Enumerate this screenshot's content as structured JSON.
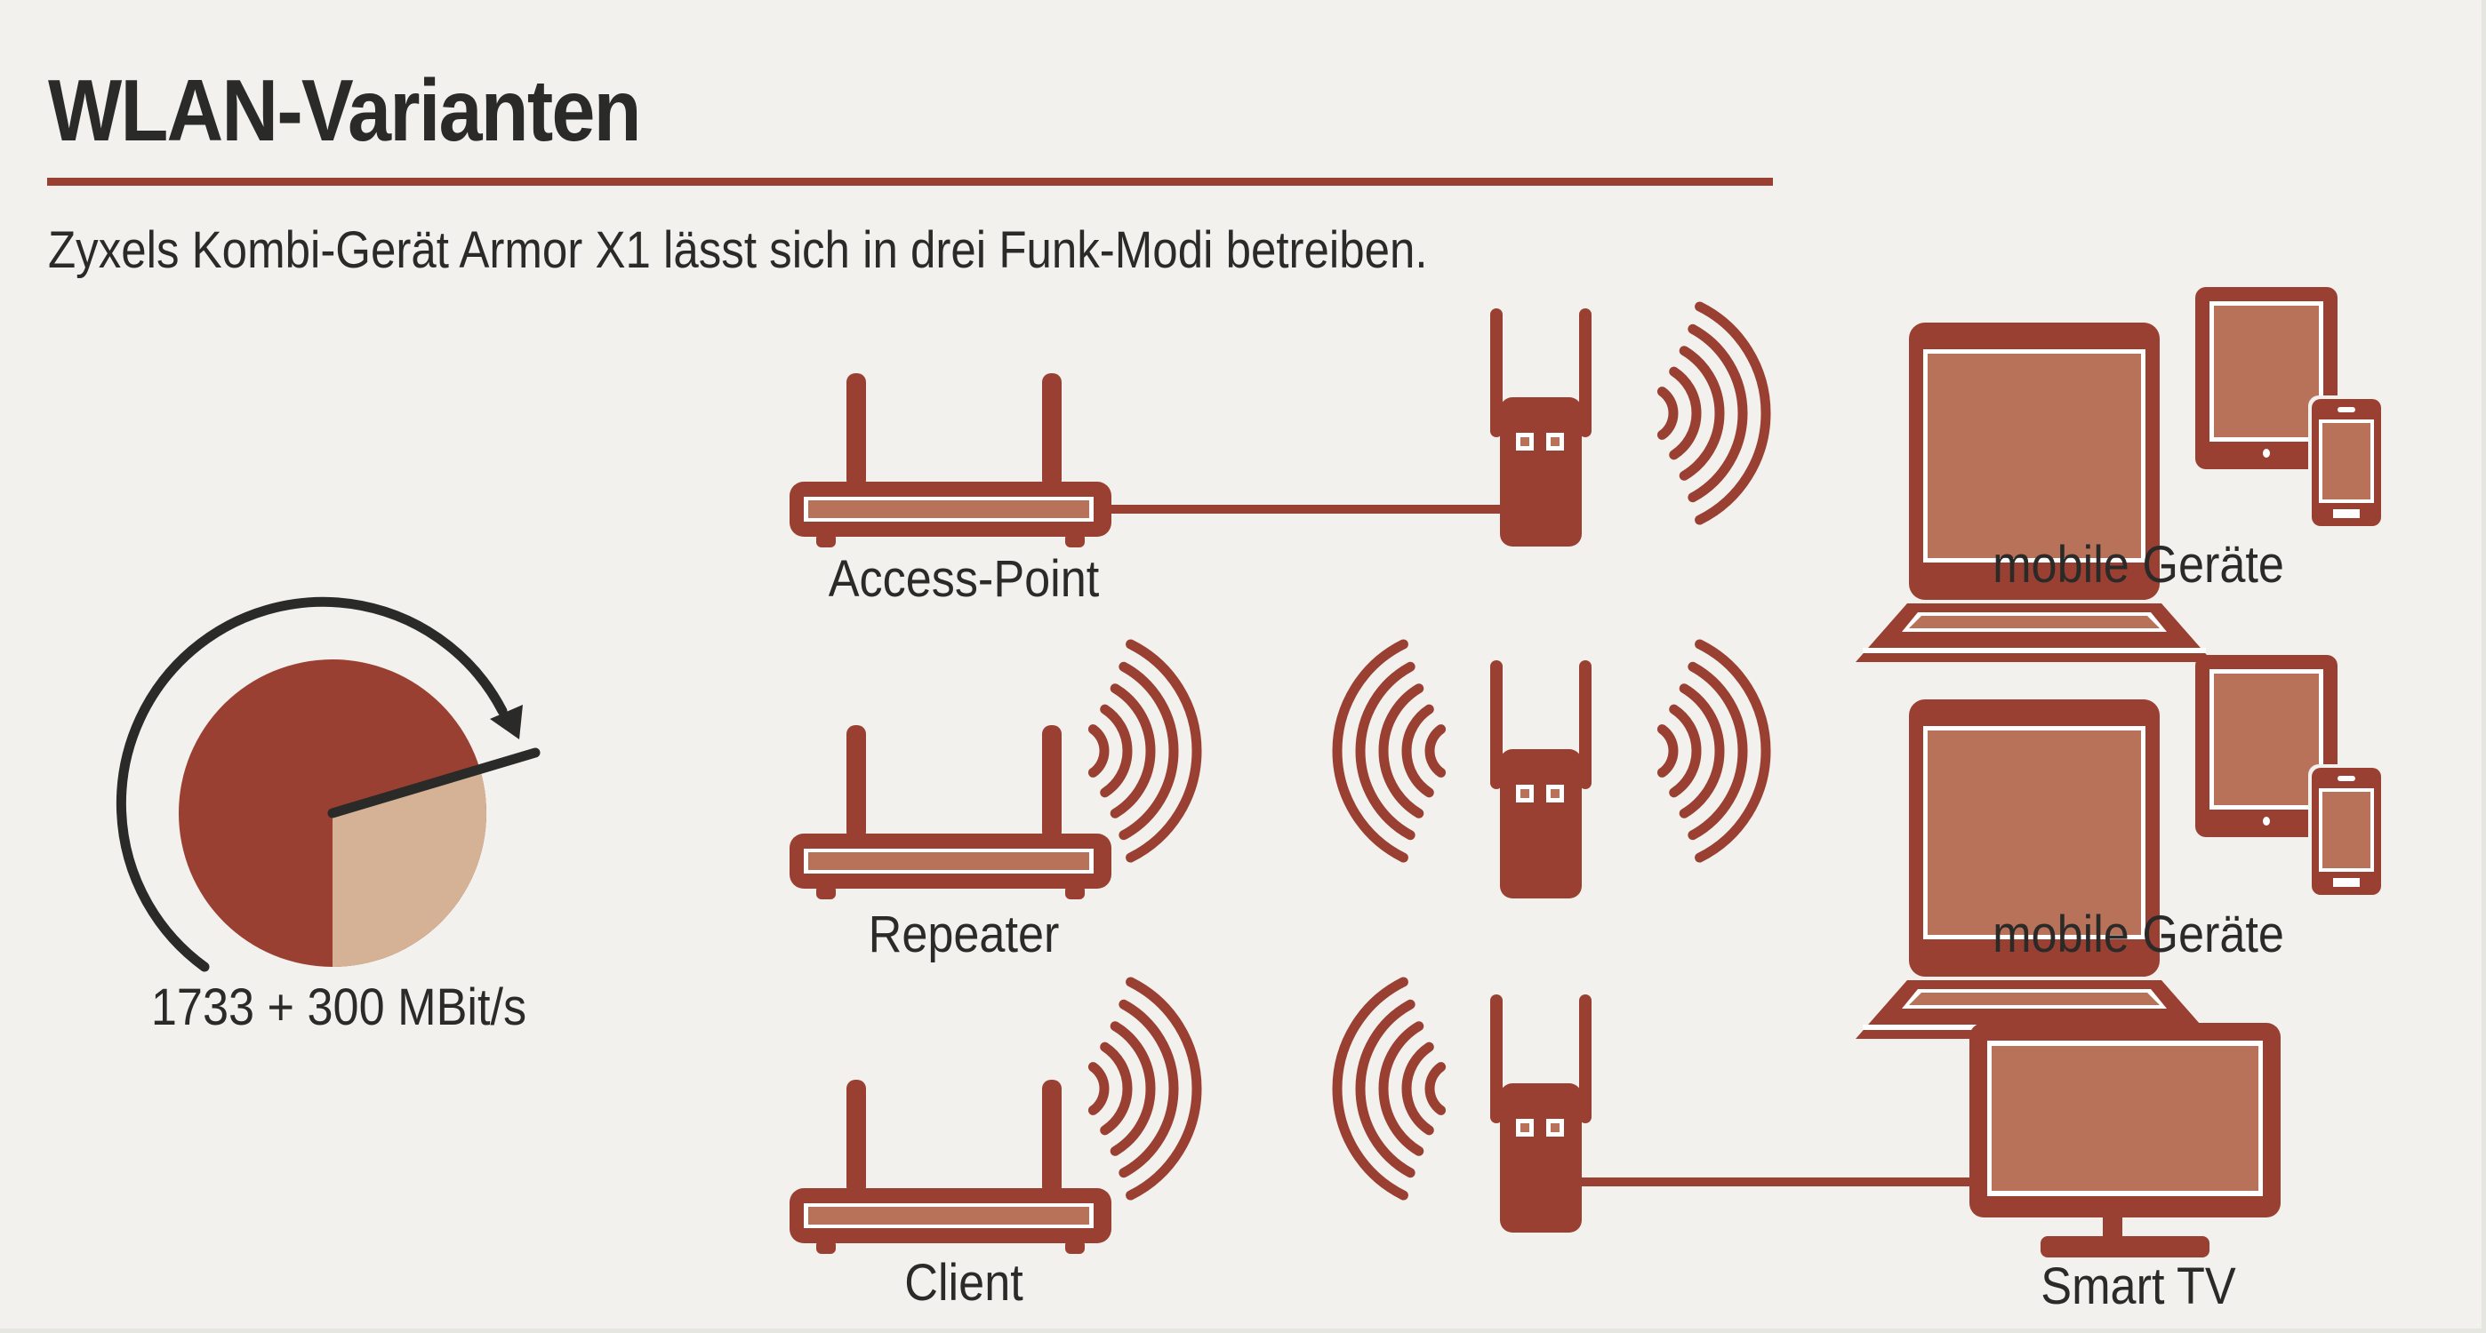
{
  "header": {
    "title": "WLAN-Varianten",
    "subtitle": "Zyxels Kombi-Gerät Armor X1 lässt sich in drei Funk-Modi betreiben."
  },
  "speed": {
    "label": "1733 + 300 MBit/s",
    "bands": [
      {
        "name": "band-1733",
        "value": 1733
      },
      {
        "name": "band-300",
        "value": 300
      }
    ],
    "light_fraction": 0.3
  },
  "modes": [
    {
      "label": "Access-Point",
      "source_link": "cable",
      "target": "mobile Geräte",
      "target_link": "wireless"
    },
    {
      "label": "Repeater",
      "source_link": "wireless",
      "target": "mobile Geräte",
      "target_link": "wireless"
    },
    {
      "label": "Client",
      "source_link": "wireless",
      "target": "Smart TV",
      "target_link": "cable"
    }
  ],
  "colors": {
    "background": "#f3f1ed",
    "device_dark": "#9a4032",
    "device_light": "#b87259",
    "pie_light": "#d5b296",
    "text": "#2a2a28"
  }
}
